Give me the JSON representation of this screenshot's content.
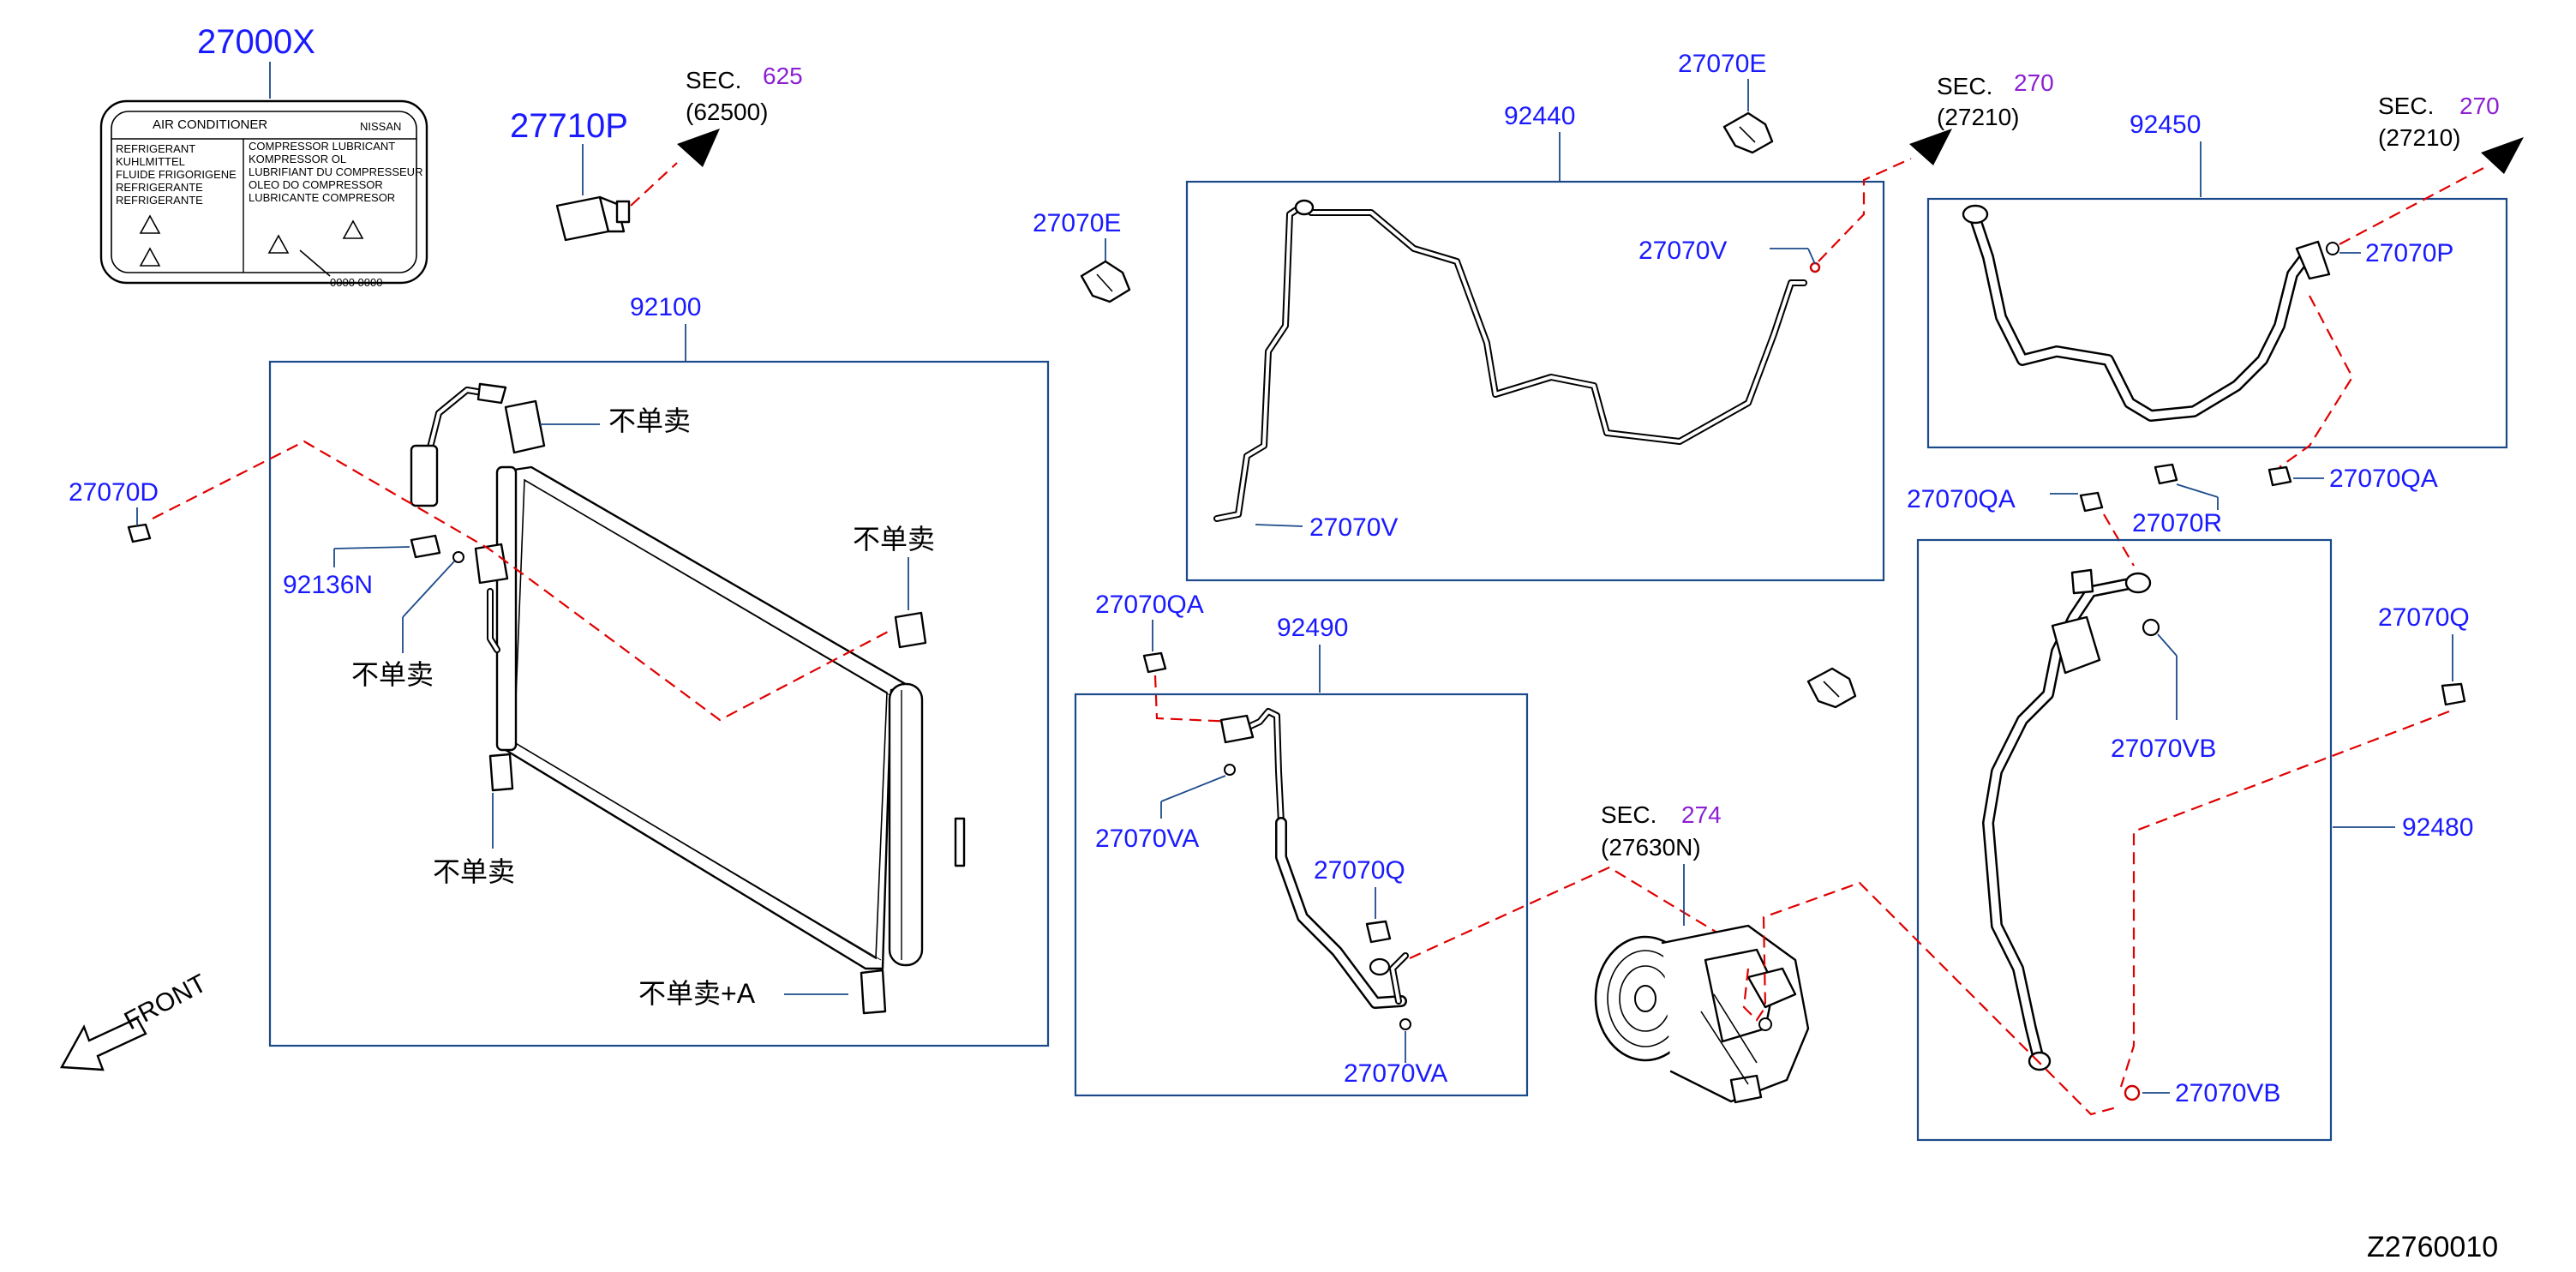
{
  "label_sticker": {
    "title": "AIR   CONDITIONER",
    "brand": "NISSAN",
    "left_lines": [
      "REFRIGERANT",
      "KUHLMITTEL",
      "FLUIDE     FRIGORIGENE",
      "REFRIGERANTE",
      "REFRIGERANTE"
    ],
    "right_lines": [
      "COMPRESSOR     LUBRICANT",
      "KOMPRESSOR     OL",
      "LUBRIFIANT     DU     COMPRESSEUR",
      "OLEO     DO     COMPRESSOR",
      "LUBRICANTE     COMPRESOR"
    ],
    "code": "0000     0000"
  },
  "parts": {
    "p27000X": "27000X",
    "p27710P": "27710P",
    "p92100": "92100",
    "p27070D": "27070D",
    "p92136N": "92136N",
    "p27070E_a": "27070E",
    "p27070E_b": "27070E",
    "p92440": "92440",
    "p27070V_a": "27070V",
    "p27070V_b": "27070V",
    "p92450": "92450",
    "p27070P": "27070P",
    "p27070QA_a": "27070QA",
    "p27070QA_b": "27070QA",
    "p27070QA_c": "27070QA",
    "p27070R": "27070R",
    "p92490": "92490",
    "p27070VA_a": "27070VA",
    "p27070VA_b": "27070VA",
    "p27070Q_a": "27070Q",
    "p27070Q_b": "27070Q",
    "p27070VB_a": "27070VB",
    "p27070VB_b": "27070VB",
    "p92480": "92480"
  },
  "sections": {
    "s625": {
      "label": "SEC.",
      "num": "625",
      "ref": "(62500)"
    },
    "s270a": {
      "label": "SEC.",
      "num": "270",
      "ref": "(27210)"
    },
    "s270b": {
      "label": "SEC.",
      "num": "270",
      "ref": "(27210)"
    },
    "s274": {
      "label": "SEC.",
      "num": "274",
      "ref": "(27630N)"
    }
  },
  "not_sold": {
    "n1": "不单卖",
    "n2": "不单卖",
    "n3": "不单卖",
    "n4": "不单卖",
    "n5": "不单卖+A"
  },
  "front_label": "FRONT",
  "diagram_code": "Z2760010",
  "colors": {
    "part_number": "#1a1aff",
    "section_number": "#8b1fd1",
    "leader": "#1b4a8a",
    "dashed_route": "#e00000"
  }
}
